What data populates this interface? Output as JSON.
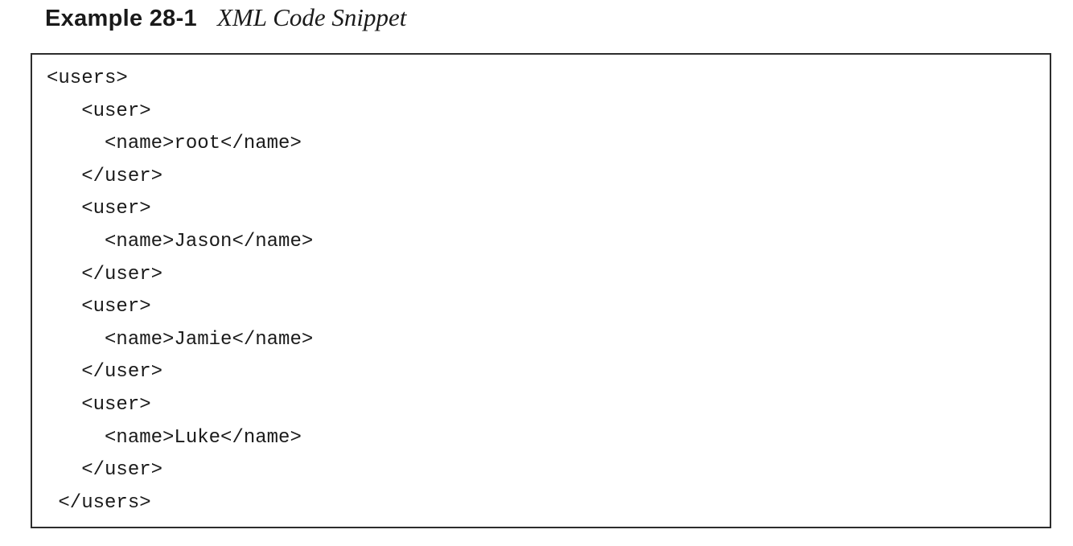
{
  "colors": {
    "text": "#1a1a1a",
    "border": "#2d2d2d",
    "background": "#ffffff"
  },
  "example": {
    "label": "Example 28-1",
    "title": "XML Code Snippet"
  },
  "code": {
    "lines": [
      "<users>",
      "   <user>",
      "     <name>root</name>",
      "   </user>",
      "   <user>",
      "     <name>Jason</name>",
      "   </user>",
      "   <user>",
      "     <name>Jamie</name>",
      "   </user>",
      "   <user>",
      "     <name>Luke</name>",
      "   </user>",
      " </users>"
    ]
  }
}
